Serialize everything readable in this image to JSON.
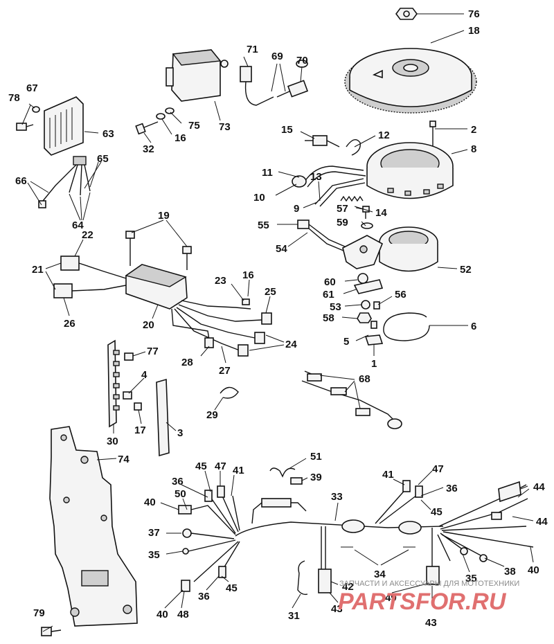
{
  "callouts": {
    "n1": "1",
    "n2": "2",
    "n3": "3",
    "n4": "4",
    "n5": "5",
    "n6": "6",
    "n8": "8",
    "n9": "9",
    "n10": "10",
    "n11": "11",
    "n12": "12",
    "n13": "13",
    "n14": "14",
    "n15": "15",
    "n16": "16",
    "n17": "17",
    "n18": "18",
    "n19": "19",
    "n20": "20",
    "n21": "21",
    "n22": "22",
    "n23": "23",
    "n24": "24",
    "n25": "25",
    "n26": "26",
    "n27": "27",
    "n28": "28",
    "n29": "29",
    "n30": "30",
    "n31": "31",
    "n32": "32",
    "n33": "33",
    "n34": "34",
    "n35": "35",
    "n36": "36",
    "n37": "37",
    "n38": "38",
    "n39": "39",
    "n40": "40",
    "n41": "41",
    "n42": "42",
    "n43": "43",
    "n44": "44",
    "n45": "45",
    "n47": "47",
    "n48": "48",
    "n49": "49",
    "n50": "50",
    "n51": "51",
    "n52": "52",
    "n53": "53",
    "n54": "54",
    "n55": "55",
    "n56": "56",
    "n57": "57",
    "n58": "58",
    "n59": "59",
    "n60": "60",
    "n61": "61",
    "n63": "63",
    "n64": "64",
    "n65": "65",
    "n66": "66",
    "n67": "67",
    "n68": "68",
    "n69": "69",
    "n70": "70",
    "n71": "71",
    "n73": "73",
    "n74": "74",
    "n75": "75",
    "n76": "76",
    "n77": "77",
    "n78": "78",
    "n79": "79"
  },
  "watermark": {
    "caption": "ЗАПЧАСТИ И АКСЕССУАРЫ ДЛЯ МОТОТЕХНИКИ",
    "brand": "PARTSFOR.RU"
  },
  "colors": {
    "ink": "#111111",
    "background": "#ffffff",
    "watermark_brand": "#e07070",
    "watermark_caption": "#8a8a8a"
  }
}
